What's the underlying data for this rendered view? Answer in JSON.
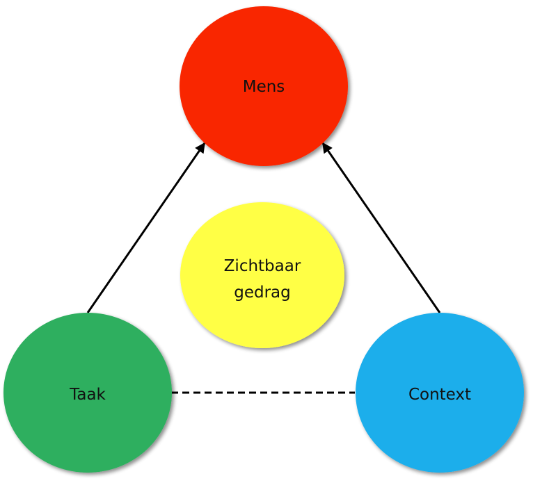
{
  "nodes": {
    "mens": {
      "label": [
        "Mens"
      ],
      "color": "#F92800"
    },
    "gedrag": {
      "label": [
        "Zichtbaar",
        "gedrag"
      ],
      "color": "#FFFF44"
    },
    "taak": {
      "label": [
        "Taak"
      ],
      "color": "#2EAF5F"
    },
    "context": {
      "label": [
        "Context"
      ],
      "color": "#1CAEEB"
    }
  },
  "edges": [
    {
      "from": "taak",
      "to": "mens",
      "style": "solid",
      "arrow": "end"
    },
    {
      "from": "context",
      "to": "mens",
      "style": "solid",
      "arrow": "end"
    },
    {
      "from": "taak",
      "to": "context",
      "style": "dashed",
      "arrow": "none"
    }
  ]
}
